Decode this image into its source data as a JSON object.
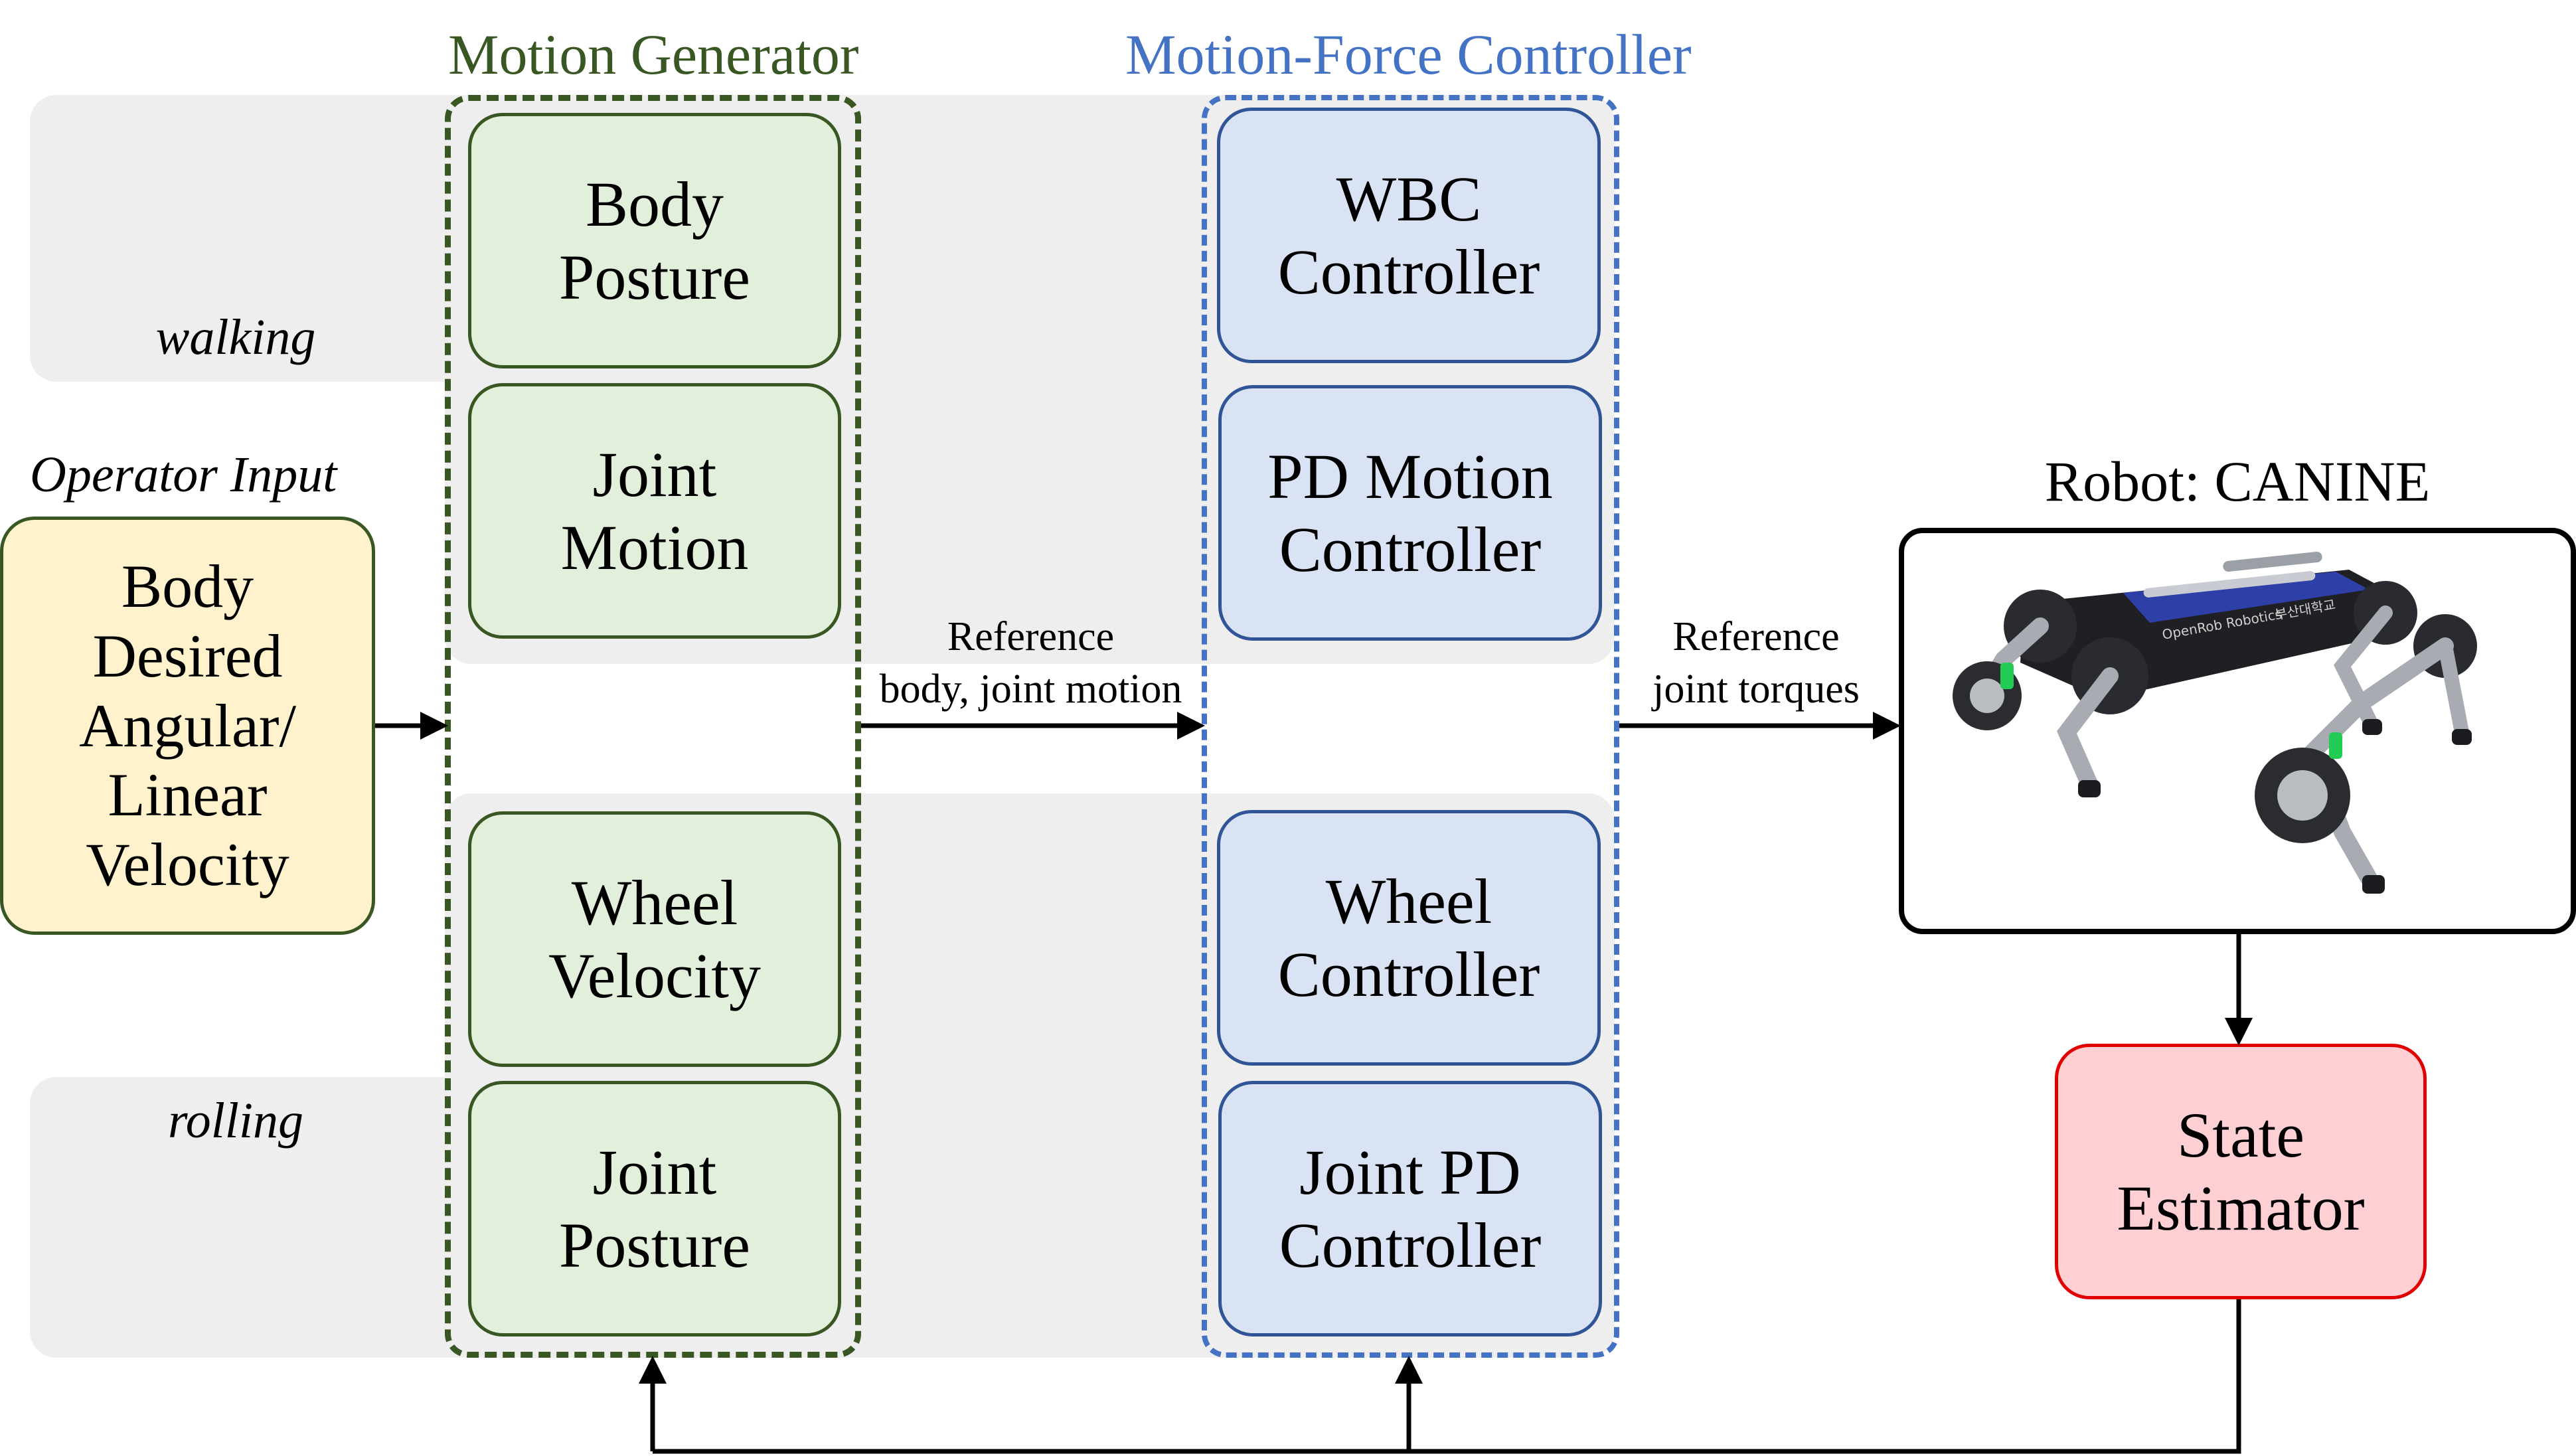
{
  "groups": {
    "motion_generator": {
      "title": "Motion Generator",
      "color": "#385723"
    },
    "motion_force_controller": {
      "title": "Motion-Force Controller",
      "color": "#4472c4"
    }
  },
  "modes": {
    "walking": "walking",
    "rolling": "rolling"
  },
  "operator": {
    "caption": "Operator Input",
    "block": "Body\nDesired\nAngular/\nLinear\nVelocity"
  },
  "generator_blocks": {
    "body_posture": "Body\nPosture",
    "joint_motion": "Joint\nMotion",
    "wheel_velocity": "Wheel\nVelocity",
    "joint_posture": "Joint\nPosture"
  },
  "controller_blocks": {
    "wbc": "WBC\nController",
    "pd_motion": "PD Motion\nController",
    "wheel": "Wheel\nController",
    "joint_pd": "Joint PD\nController"
  },
  "edges": {
    "reference_motion": "Reference\nbody, joint motion",
    "reference_torques": "Reference\njoint torques"
  },
  "robot": {
    "title": "Robot: CANINE",
    "logo_text": [
      "OpenRob Robotics",
      "부산대학교"
    ]
  },
  "state_estimator": "State\nEstimator",
  "colors": {
    "green_fill": "#e2efda",
    "green_border": "#385723",
    "blue_fill": "#dae3f3",
    "blue_border": "#2f5597",
    "yellow_fill": "#fff2cc",
    "red_fill": "#ffd0d3",
    "red_border": "#e00000",
    "band": "#eeeeee"
  }
}
